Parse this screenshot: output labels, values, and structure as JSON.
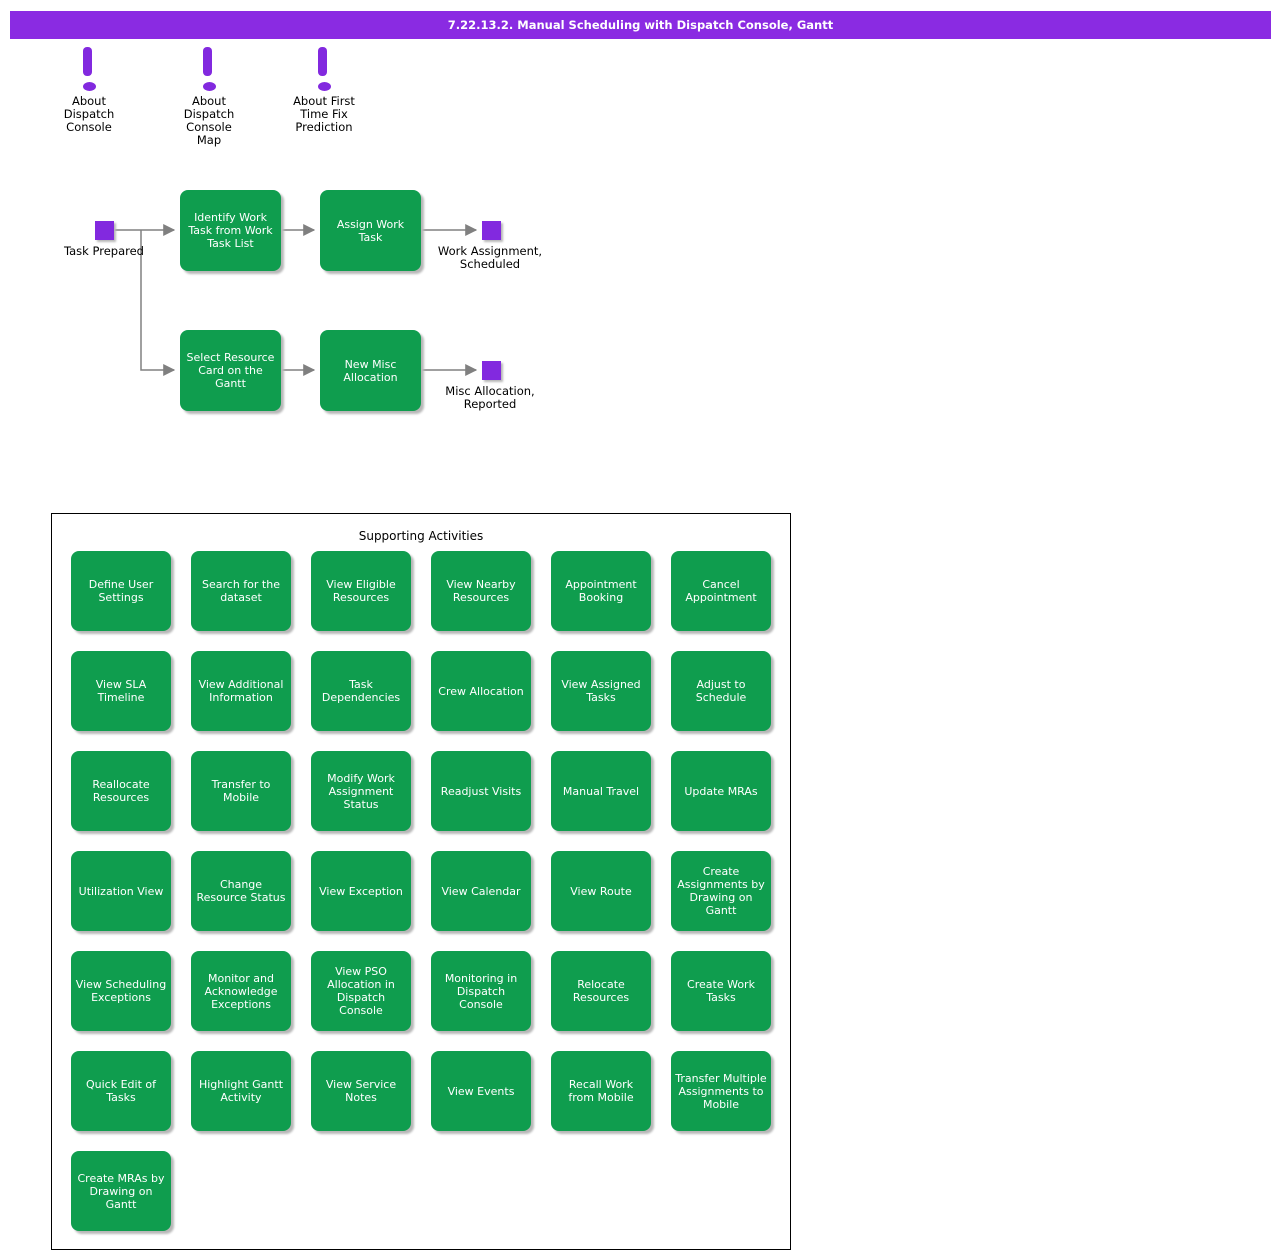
{
  "header": {
    "title": "7.22.13.2. Manual Scheduling with Dispatch Console, Gantt"
  },
  "colors": {
    "header_bg": "#8a2be2",
    "activity_green": "#0f9d4e",
    "event_purple": "#8229df",
    "arrow_gray": "#808080"
  },
  "notes": [
    {
      "icon": "exclamation-icon",
      "label": "About Dispatch Console"
    },
    {
      "icon": "exclamation-icon",
      "label": "About Dispatch Console Map"
    },
    {
      "icon": "exclamation-icon",
      "label": "About First Time Fix Prediction"
    }
  ],
  "flow": {
    "events": [
      {
        "label": "Task Prepared"
      },
      {
        "label": "Work Assignment, Scheduled"
      },
      {
        "label": "Misc Allocation, Reported"
      }
    ],
    "activities": [
      {
        "label": "Identify Work Task from Work Task List"
      },
      {
        "label": "Assign Work Task"
      },
      {
        "label": "Select Resource Card on the Gantt"
      },
      {
        "label": "New Misc Allocation"
      }
    ]
  },
  "supporting": {
    "title": "Supporting Activities",
    "items": [
      "Define User Settings",
      "Search for the dataset",
      "View Eligible Resources",
      "View Nearby Resources",
      "Appointment Booking",
      "Cancel Appointment",
      "View SLA Timeline",
      "View Additional Information",
      "Task Dependencies",
      "Crew Allocation",
      "View Assigned Tasks",
      "Adjust to Schedule",
      "Reallocate Resources",
      "Transfer to Mobile",
      "Modify Work Assignment Status",
      "Readjust Visits",
      "Manual Travel",
      "Update MRAs",
      "Utilization View",
      "Change Resource Status",
      "View Exception",
      "View Calendar",
      "View Route",
      "Create Assignments by Drawing on Gantt",
      "View Scheduling Exceptions",
      "Monitor and Acknowledge Exceptions",
      "View PSO Allocation in Dispatch Console",
      "Monitoring in Dispatch Console",
      "Relocate Resources",
      "Create Work Tasks",
      "Quick Edit of Tasks",
      "Highlight Gantt Activity",
      "View Service Notes",
      "View Events",
      "Recall Work from Mobile",
      "Transfer Multiple Assignments to Mobile",
      "Create MRAs by Drawing on Gantt"
    ]
  }
}
